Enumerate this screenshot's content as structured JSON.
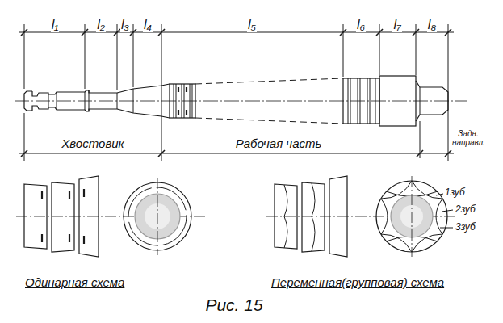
{
  "diagram": {
    "caption": "Рис. 15",
    "labels": [
      "l₁",
      "l₂",
      "l₃",
      "l₄",
      "l₅",
      "l₆",
      "l₇",
      "l₈",
      "Хвостовик",
      "Рабочая часть",
      "Задн. направл.",
      "1зуб",
      "2зуб",
      "3зуб",
      "Одинарная схема",
      "Переменная(групповая) схема"
    ]
  }
}
